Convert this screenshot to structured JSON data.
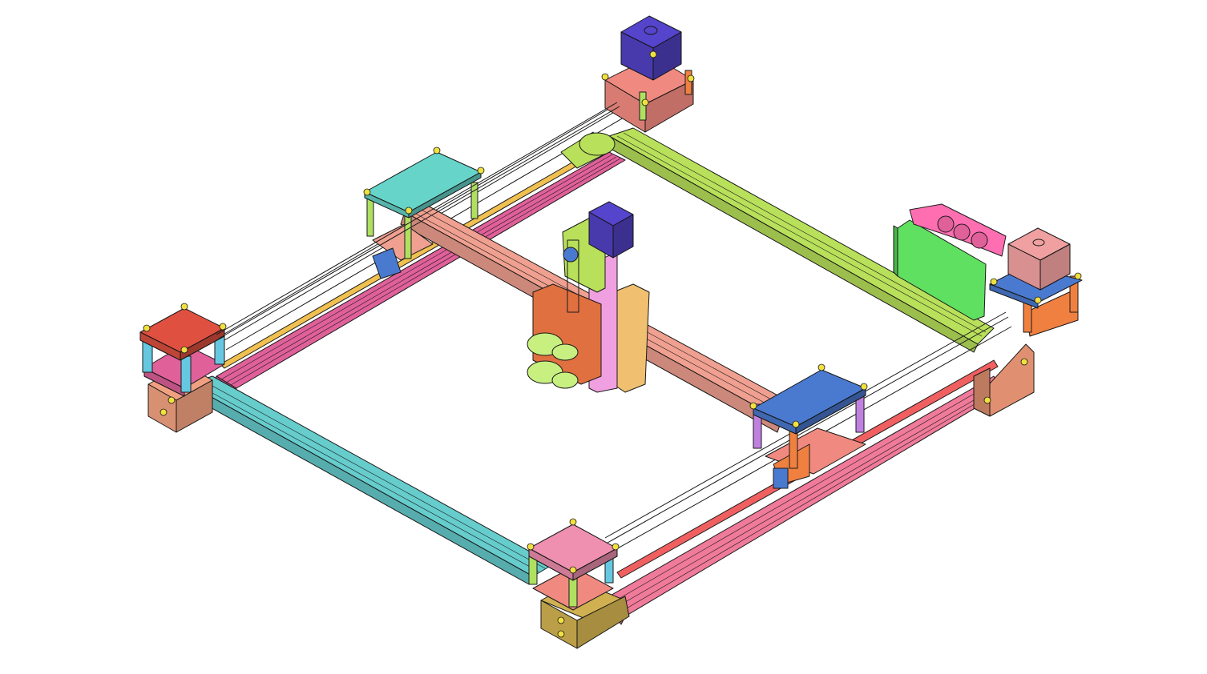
{
  "canvas": {
    "background": "#ffffff"
  },
  "palette": {
    "outline": "#1a1a1a",
    "frame_left": "#e0609a",
    "frame_front": "#f07a9a",
    "frame_front_left": "#66cccc",
    "frame_back": "#b8e05a",
    "gantry_beam": "#f0a090",
    "rod": "#f0c050",
    "rod_front": "#f06060",
    "motor": "#5544cc",
    "motor_right": "#f0a0a0",
    "plate_left_front": "#e05040",
    "plate_back_left": "#66d4c8",
    "plate_right_carriage": "#4a7ad0",
    "plate_front_corner": "#f090b0",
    "plate_back_corner": "#f08a80",
    "bracket_left": "#f0a080",
    "bracket_front": "#d0b050",
    "bracket_right": "#e09070",
    "standoff_cyan": "#66c8e0",
    "standoff_green": "#b0e060",
    "standoff_orange": "#f08040",
    "standoff_purple": "#c080e0",
    "controller_board": "#60e060",
    "head_plate": "#e07040",
    "head_clamp": "#c8f080",
    "z_carriage": "#f0a0e0",
    "z_slider": "#f0c070",
    "screw": "#f0e040"
  },
  "components": [
    "stepper-motor-back",
    "stepper-motor-head",
    "stepper-motor-right",
    "frame-extrusion-left",
    "frame-extrusion-front",
    "frame-extrusion-back",
    "frame-extrusion-right",
    "gantry-beam",
    "tool-head",
    "controller-board"
  ]
}
